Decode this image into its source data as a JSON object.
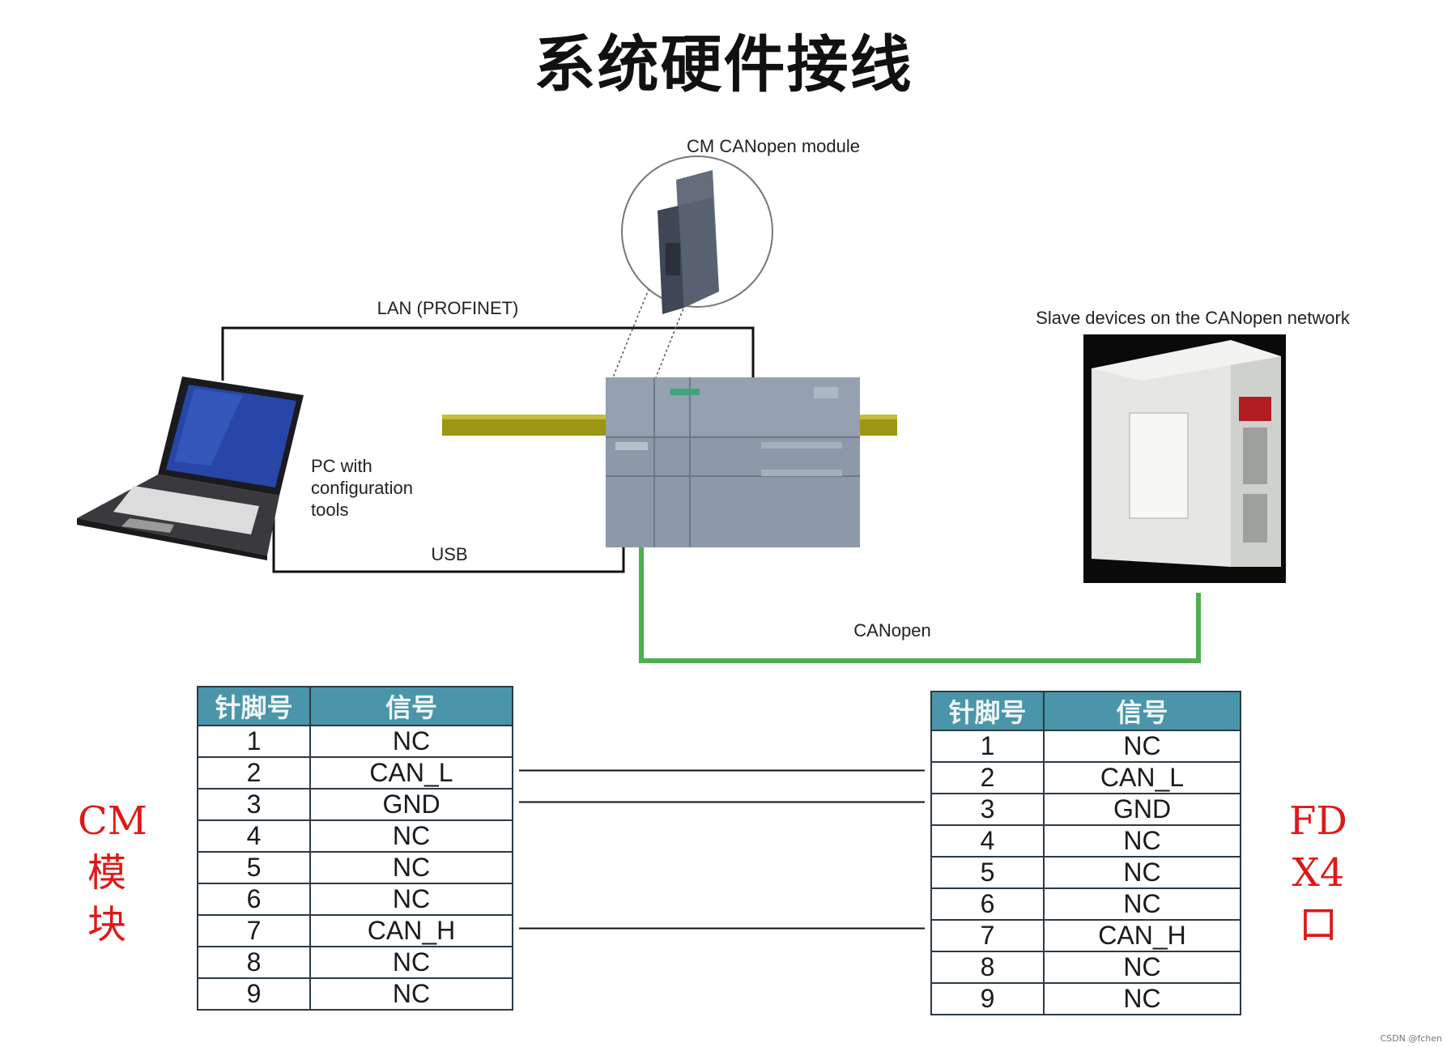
{
  "title": "系统硬件接线",
  "diagram": {
    "module_label": "CM CANopen module",
    "lan_label": "LAN (PROFINET)",
    "slave_label": "Slave devices on the CANopen network",
    "pc_label": [
      "PC with",
      "configuration",
      "tools"
    ],
    "usb_label": "USB",
    "canopen_label": "CANopen"
  },
  "left_table": {
    "headers": [
      "针脚号",
      "信号"
    ],
    "rows": [
      [
        "1",
        "NC"
      ],
      [
        "2",
        "CAN_L"
      ],
      [
        "3",
        "GND"
      ],
      [
        "4",
        "NC"
      ],
      [
        "5",
        "NC"
      ],
      [
        "6",
        "NC"
      ],
      [
        "7",
        "CAN_H"
      ],
      [
        "8",
        "NC"
      ],
      [
        "9",
        "NC"
      ]
    ]
  },
  "right_table": {
    "headers": [
      "针脚号",
      "信号"
    ],
    "rows": [
      [
        "1",
        "NC"
      ],
      [
        "2",
        "CAN_L"
      ],
      [
        "3",
        "GND"
      ],
      [
        "4",
        "NC"
      ],
      [
        "5",
        "NC"
      ],
      [
        "6",
        "NC"
      ],
      [
        "7",
        "CAN_H"
      ],
      [
        "8",
        "NC"
      ],
      [
        "9",
        "NC"
      ]
    ]
  },
  "left_side_label": [
    "CM",
    "模",
    "块"
  ],
  "right_side_label": [
    "FD",
    "X4",
    "口"
  ],
  "connections": [
    {
      "from_pin": "2",
      "to_pin": "2",
      "signal": "CAN_L"
    },
    {
      "from_pin": "3",
      "to_pin": "3",
      "signal": "GND"
    },
    {
      "from_pin": "7",
      "to_pin": "7",
      "signal": "CAN_H"
    }
  ],
  "watermark": "CSDN @fchen",
  "colors": {
    "side_label": "#e01818",
    "table_header": "#4a95a9",
    "canopen_cable": "#4caf50",
    "din_rail": "#a09a10"
  }
}
